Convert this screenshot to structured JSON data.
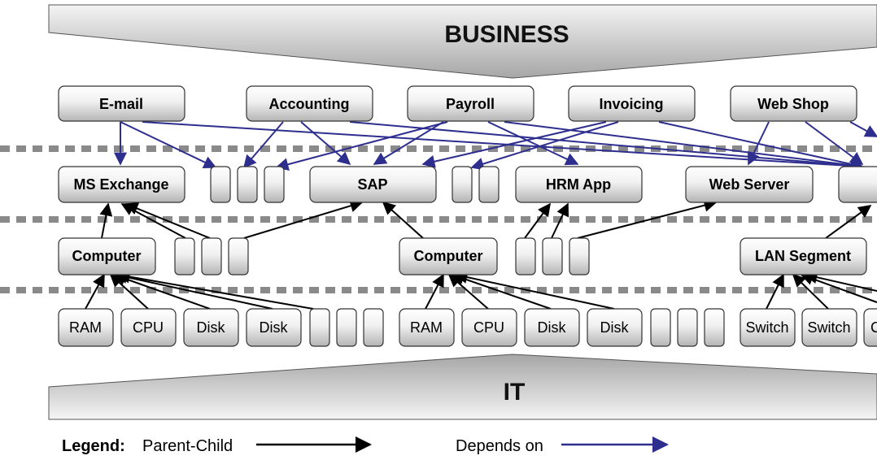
{
  "banners": {
    "business": "BUSINESS",
    "it": "IT"
  },
  "business_services": [
    "E-mail",
    "Accounting",
    "Payroll",
    "Invoicing",
    "Web Shop"
  ],
  "applications": [
    "MS Exchange",
    "SAP",
    "HRM App",
    "Web Server",
    ""
  ],
  "infrastructure": [
    "Computer",
    "Computer",
    "LAN Segment"
  ],
  "components": [
    "RAM",
    "CPU",
    "Disk",
    "Disk",
    "RAM",
    "CPU",
    "Disk",
    "Disk",
    "Switch",
    "Switch",
    "C"
  ],
  "legend": {
    "title": "Legend:",
    "parent_child": "Parent-Child",
    "depends_on": "Depends on"
  },
  "colors": {
    "parent_child_arrow": "#000000",
    "depends_on_arrow": "#2e2e8f",
    "layer_separator": "#8a8a8a"
  }
}
